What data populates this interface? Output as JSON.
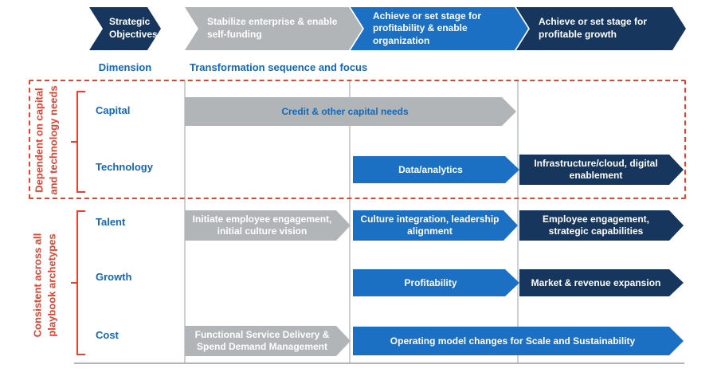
{
  "colors": {
    "navy": "#17365d",
    "blue": "#1c70c4",
    "gray": "#b2b5b7",
    "blue_text": "#1268b8",
    "red": "#e8402d"
  },
  "header": {
    "objectives_label": "Strategic Objectives",
    "stages": [
      {
        "label": "Stabilize enterprise & enable self-funding",
        "color": "gray"
      },
      {
        "label": "Achieve or set stage for profitability & enable organization",
        "color": "blue"
      },
      {
        "label": "Achieve or set stage for profitable growth",
        "color": "navy"
      }
    ],
    "dimension_label": "Dimension",
    "sequence_label": "Transformation sequence and focus"
  },
  "groups": [
    {
      "label": "Dependent on capital\nand technology needs",
      "rows": [
        "Capital",
        "Technology"
      ],
      "boxed": true
    },
    {
      "label": "Consistent across all\nplaybook archetypes",
      "rows": [
        "Talent",
        "Growth",
        "Cost"
      ],
      "boxed": false
    }
  ],
  "matrix": {
    "rows": [
      {
        "dimension": "Capital",
        "arrows": [
          {
            "label": "Credit & other capital needs",
            "color": "gray",
            "span": "stage1-2"
          }
        ]
      },
      {
        "dimension": "Technology",
        "arrows": [
          {
            "label": "Data/analytics",
            "color": "blue",
            "span": "stage2"
          },
          {
            "label": "Infrastructure/cloud, digital enablement",
            "color": "navy",
            "span": "stage3"
          }
        ]
      },
      {
        "dimension": "Talent",
        "arrows": [
          {
            "label": "Initiate employee engagement, initial culture vision",
            "color": "gray",
            "span": "stage1"
          },
          {
            "label": "Culture integration, leadership alignment",
            "color": "blue",
            "span": "stage2"
          },
          {
            "label": "Employee engagement, strategic capabilities",
            "color": "navy",
            "span": "stage3"
          }
        ]
      },
      {
        "dimension": "Growth",
        "arrows": [
          {
            "label": "Profitability",
            "color": "blue",
            "span": "stage2"
          },
          {
            "label": "Market & revenue expansion",
            "color": "navy",
            "span": "stage3"
          }
        ]
      },
      {
        "dimension": "Cost",
        "arrows": [
          {
            "label": "Functional Service Delivery & Spend Demand Management",
            "color": "gray",
            "span": "stage1"
          },
          {
            "label": "Operating model changes for Scale and Sustainability",
            "color": "blue",
            "span": "stage2-3"
          }
        ]
      }
    ]
  }
}
